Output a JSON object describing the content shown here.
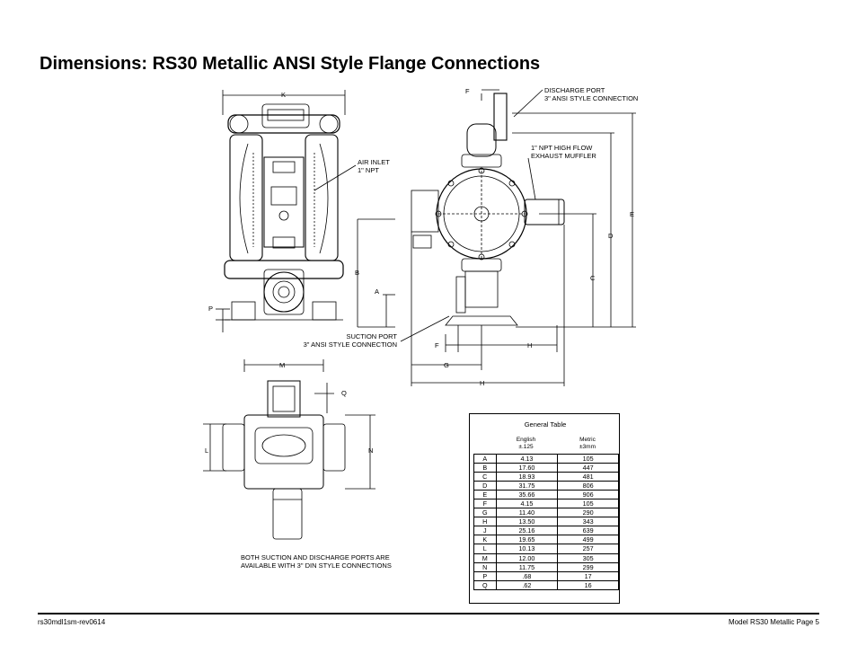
{
  "page": {
    "title": "Dimensions: RS30 Metallic ANSI Style Flange Connections",
    "footer_left": "rs30mdl1sm-rev0614",
    "footer_right": "Model RS30 Metallic Page 5"
  },
  "callouts": {
    "discharge_port": [
      "DISCHARGE PORT",
      "3\" ANSI STYLE CONNECTION"
    ],
    "exhaust_muffler": [
      "1\" NPT HIGH FLOW",
      "EXHAUST MUFFLER"
    ],
    "air_inlet": [
      "AIR INLET",
      "1\" NPT"
    ],
    "suction_port": [
      "SUCTION PORT",
      "3\" ANSI STYLE CONNECTION"
    ],
    "din_note": [
      "BOTH SUCTION AND DISCHARGE PORTS ARE",
      "AVAILABLE WITH 3\" DIN STYLE CONNECTIONS"
    ]
  },
  "dimension_letters": {
    "K": "K",
    "F": "F",
    "E": "E",
    "D": "D",
    "C": "C",
    "B": "B",
    "A": "A",
    "P": "P",
    "F2": "F",
    "H": "H",
    "G": "G",
    "H2": "H",
    "M": "M",
    "Q": "Q",
    "L": "L",
    "N": "N"
  },
  "general_table": {
    "title": "General Table",
    "english_header": [
      "English",
      "±.125"
    ],
    "metric_header": [
      "Metric",
      "±3mm"
    ],
    "rows": [
      {
        "dim": "A",
        "english": "4.13",
        "metric": "105"
      },
      {
        "dim": "B",
        "english": "17.60",
        "metric": "447"
      },
      {
        "dim": "C",
        "english": "18.93",
        "metric": "481"
      },
      {
        "dim": "D",
        "english": "31.75",
        "metric": "806"
      },
      {
        "dim": "E",
        "english": "35.66",
        "metric": "906"
      },
      {
        "dim": "F",
        "english": "4.15",
        "metric": "105"
      },
      {
        "dim": "G",
        "english": "11.40",
        "metric": "290"
      },
      {
        "dim": "H",
        "english": "13.50",
        "metric": "343"
      },
      {
        "dim": "J",
        "english": "25.16",
        "metric": "639"
      },
      {
        "dim": "K",
        "english": "19.65",
        "metric": "499"
      },
      {
        "dim": "L",
        "english": "10.13",
        "metric": "257"
      },
      {
        "dim": "M",
        "english": "12.00",
        "metric": "305"
      },
      {
        "dim": "N",
        "english": "11.75",
        "metric": "299"
      },
      {
        "dim": "P",
        "english": ".68",
        "metric": "17"
      },
      {
        "dim": "Q",
        "english": ".62",
        "metric": "16"
      }
    ]
  }
}
